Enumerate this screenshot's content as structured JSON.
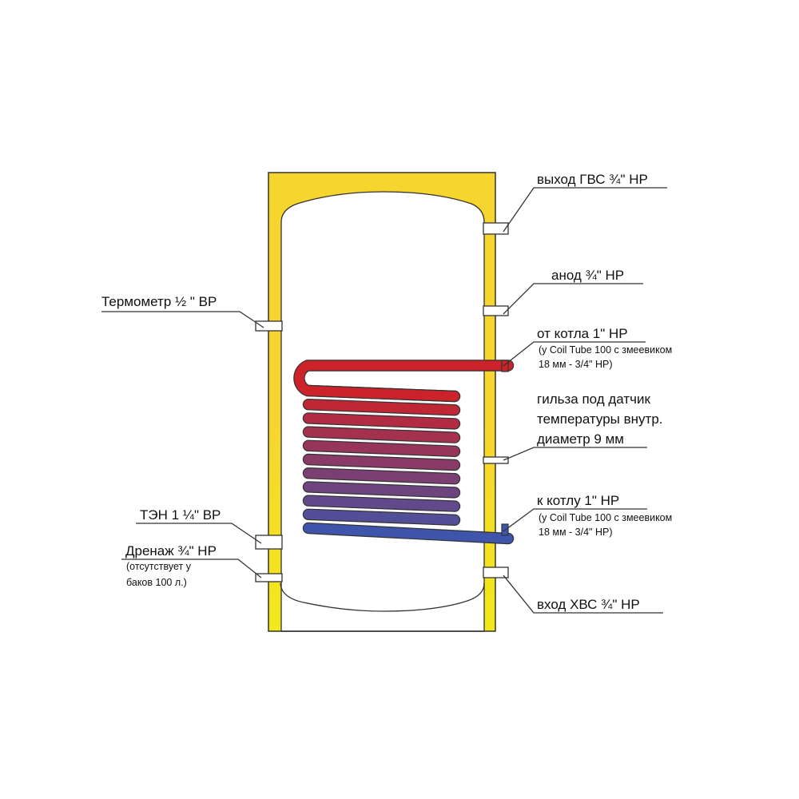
{
  "colors": {
    "wall_top": "#f7d52f",
    "wall_bottom": "#f2e81c",
    "coil_hot": "#cc2229",
    "coil_cold": "#3f55ab",
    "outline": "#333333"
  },
  "labels": {
    "hot_out": "выход ГВС ¾\" НР",
    "anode": "анод  ¾\" НР",
    "from_boiler": "от котла 1\" НР",
    "from_boiler_note1": "(у Coil Tube 100 с змеевиком",
    "from_boiler_note2": "18 мм - 3/4\" НР)",
    "sensor1": "гильза под датчик",
    "sensor2": "температуры внутр.",
    "sensor3": "диаметр 9 мм",
    "to_boiler": "к котлу 1\" НР",
    "to_boiler_note1": "(у Coil Tube 100 с змеевиком",
    "to_boiler_note2": "18 мм - 3/4\" НР)",
    "cold_in": "вход ХВС ¾\" НР",
    "thermometer": "Термометр ½ \" ВР",
    "heater": "ТЭН 1 ¼\" ВР",
    "drain": "Дренаж ¾\" НР",
    "drain_note1": "(отсутствует у",
    "drain_note2": "баков 100 л.)"
  }
}
